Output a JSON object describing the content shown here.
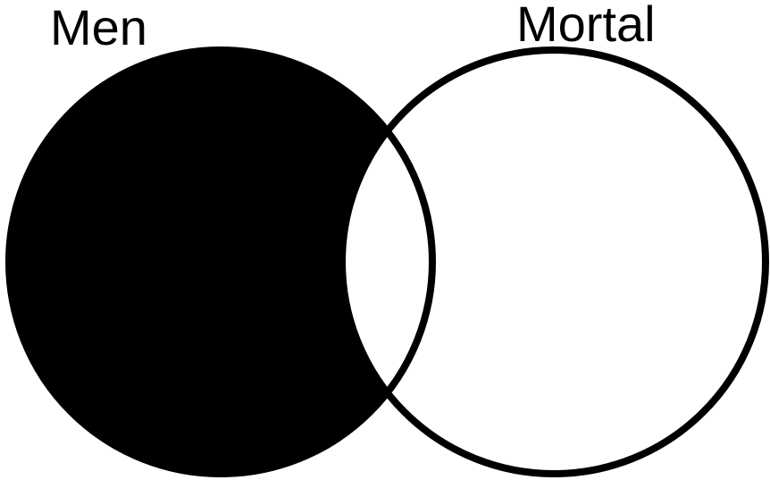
{
  "diagram": {
    "type": "venn",
    "sets": [
      {
        "id": "men",
        "label": "Men",
        "shaded": true
      },
      {
        "id": "mortal",
        "label": "Mortal",
        "shaded": false
      }
    ],
    "intersection": {
      "shaded": false
    },
    "colors": {
      "shade": "#000000",
      "outline": "#000000",
      "background": "#ffffff"
    }
  }
}
